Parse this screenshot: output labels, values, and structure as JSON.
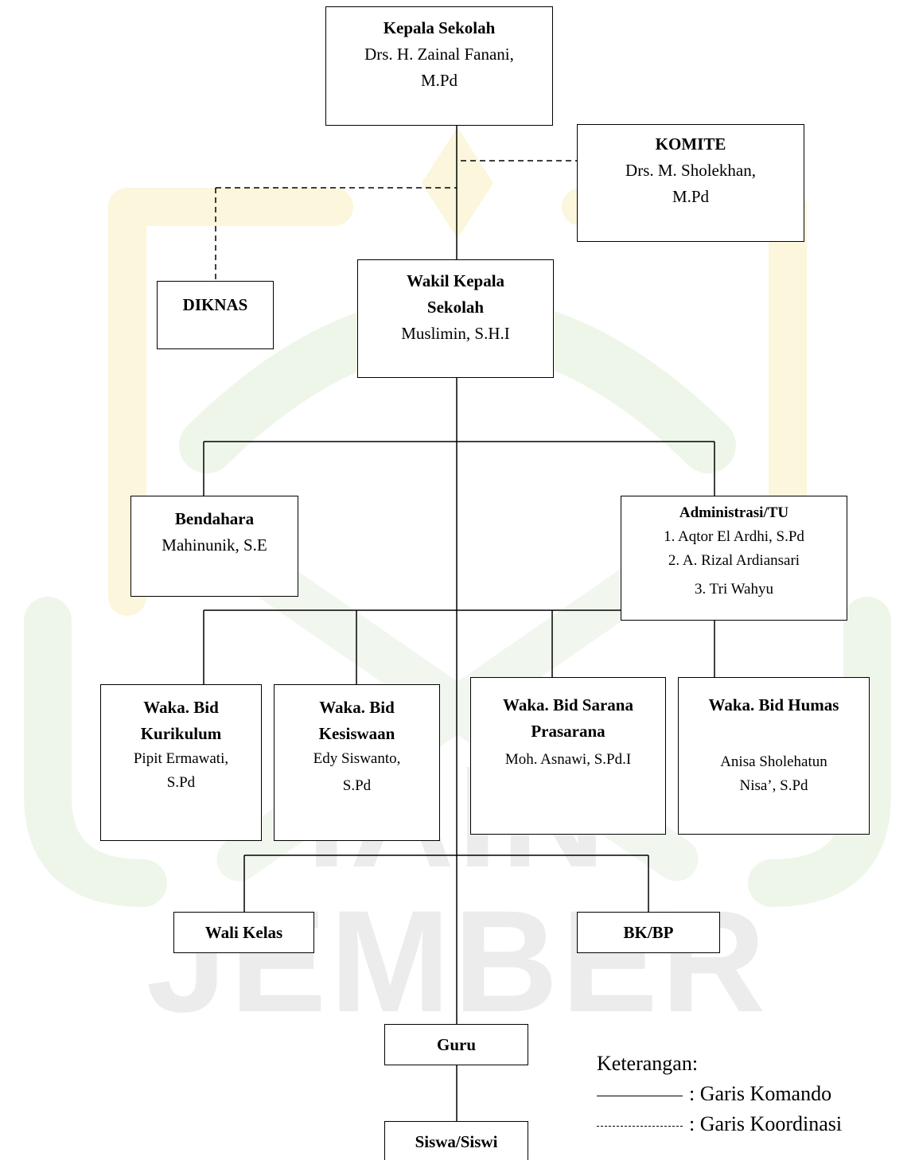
{
  "watermark": {
    "text": "IAIN JEMBER"
  },
  "nodes": {
    "kepala": {
      "title": "Kepala Sekolah",
      "line1": "Drs. H. Zainal Fanani,",
      "line2": "M.Pd"
    },
    "komite": {
      "title": "KOMITE",
      "line1": "Drs. M. Sholekhan,",
      "line2": "M.Pd"
    },
    "diknas": {
      "title": "DIKNAS"
    },
    "wakil": {
      "title1": "Wakil Kepala",
      "title2": "Sekolah",
      "line1": "Muslimin, S.H.I"
    },
    "bendahara": {
      "title": "Bendahara",
      "line1": "Mahinunik, S.E"
    },
    "admin": {
      "title": "Administrasi/TU",
      "items": [
        "1. Aqtor El Ardhi, S.Pd",
        "2. A. Rizal Ardiansari",
        "3. Tri Wahyu"
      ]
    },
    "kurikulum": {
      "title1": "Waka. Bid",
      "title2": "Kurikulum",
      "line1": "Pipit Ermawati,",
      "line2": "S.Pd"
    },
    "kesiswaan": {
      "title1": "Waka. Bid",
      "title2": "Kesiswaan",
      "line1": "Edy Siswanto,",
      "line2": "S.Pd"
    },
    "sarana": {
      "title1": "Waka. Bid Sarana",
      "title2": "Prasarana",
      "line1": "Moh. Asnawi, S.Pd.I"
    },
    "humas": {
      "title": "Waka. Bid Humas",
      "line1": "Anisa Sholehatun",
      "line2": "Nisa’, S.Pd"
    },
    "walikelas": {
      "title": "Wali Kelas"
    },
    "bkbp": {
      "title": "BK/BP"
    },
    "guru": {
      "title": "Guru"
    },
    "siswa": {
      "title": "Siswa/Siswi"
    }
  },
  "legend": {
    "heading": "Keterangan:",
    "command": ": Garis Komando",
    "coordination": ": Garis Koordinasi"
  }
}
